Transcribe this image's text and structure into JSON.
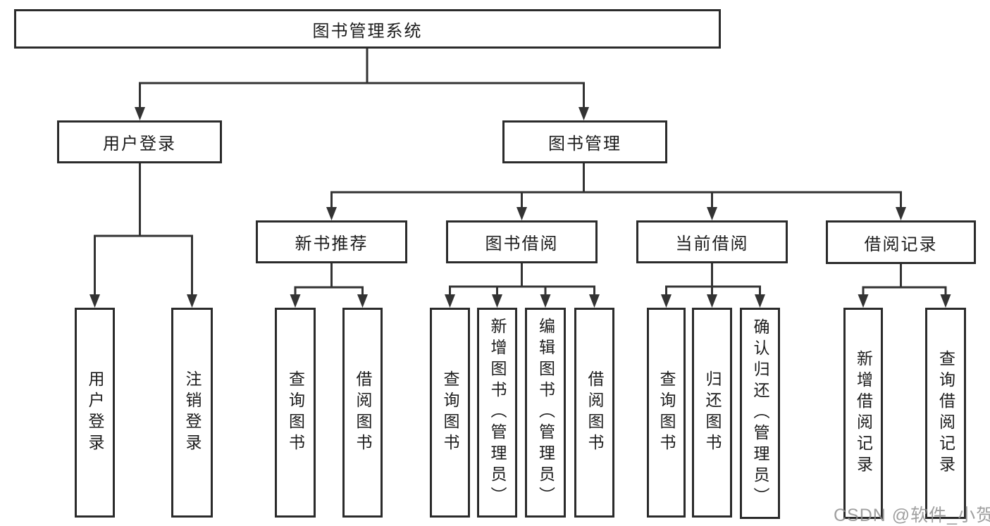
{
  "tree": {
    "root": {
      "label": "图书管理系统"
    },
    "branches": [
      {
        "label": "用户登录",
        "children": [
          {
            "label": "用户登录"
          },
          {
            "label": "注销登录"
          }
        ]
      },
      {
        "label": "图书管理",
        "children": [
          {
            "label": "新书推荐",
            "children": [
              {
                "label": "查询图书"
              },
              {
                "label": "借阅图书"
              }
            ]
          },
          {
            "label": "图书借阅",
            "children": [
              {
                "label": "查询图书"
              },
              {
                "label": "新增图书（管理员）"
              },
              {
                "label": "编辑图书（管理员）"
              },
              {
                "label": "借阅图书"
              }
            ]
          },
          {
            "label": "当前借阅",
            "children": [
              {
                "label": "查询图书"
              },
              {
                "label": "归还图书"
              },
              {
                "label": "确认归还（管理员）"
              }
            ]
          },
          {
            "label": "借阅记录",
            "children": [
              {
                "label": "新增借阅记录"
              },
              {
                "label": "查询借阅记录"
              }
            ]
          }
        ]
      }
    ]
  },
  "watermark": {
    "text": "CSDN @软件_小贺同学"
  },
  "colors": {
    "line": "#333333",
    "box_border": "#2b2b2b",
    "text": "#1c1c1c",
    "watermark": "#8f8f8f",
    "background": "#ffffff"
  }
}
